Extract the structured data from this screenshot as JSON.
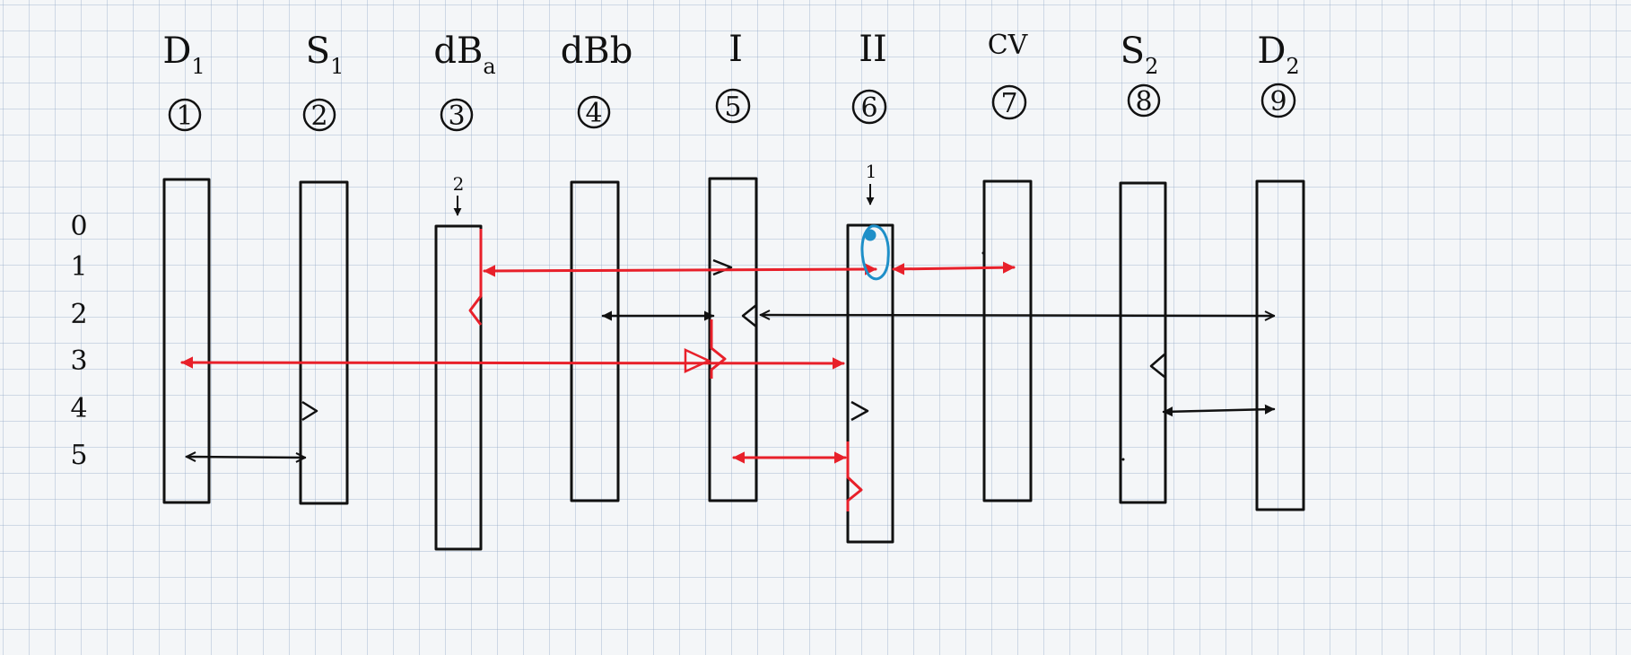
{
  "columns": [
    {
      "name": "D",
      "sub": "1",
      "number": "1"
    },
    {
      "name": "S",
      "sub": "1",
      "number": "2"
    },
    {
      "name": "dB",
      "sub": "a",
      "number": "3"
    },
    {
      "name": "dBb",
      "sub": "",
      "number": "4"
    },
    {
      "name": "I",
      "sub": "",
      "number": "5"
    },
    {
      "name": "II",
      "sub": "",
      "number": "6"
    },
    {
      "name": "CV",
      "sub": "",
      "number": "7"
    },
    {
      "name": "S",
      "sub": "2",
      "number": "8"
    },
    {
      "name": "D",
      "sub": "2",
      "number": "9"
    }
  ],
  "rows": [
    "0",
    "1",
    "2",
    "3",
    "4",
    "5"
  ],
  "annotations": {
    "col3_marker": "2",
    "col6_marker": "1"
  },
  "colors": {
    "ink": "#111111",
    "red": "#e8202a",
    "blue": "#1e8fc8",
    "paper": "#f4f6f8"
  }
}
